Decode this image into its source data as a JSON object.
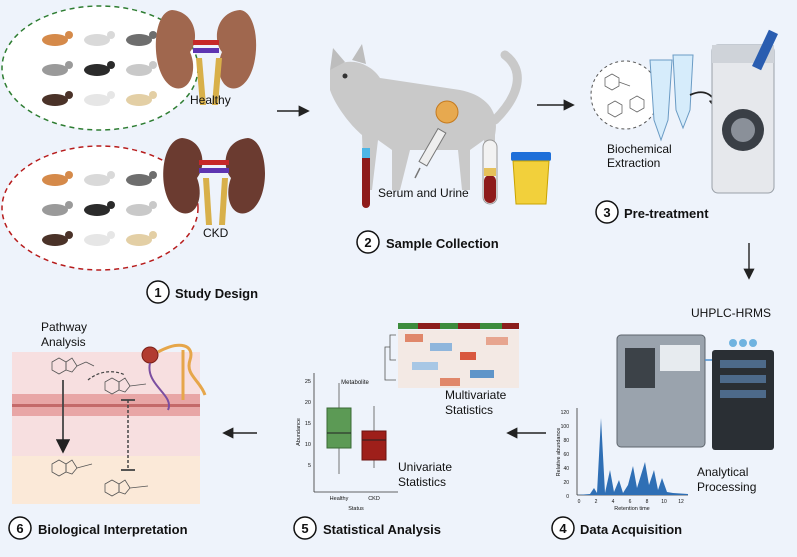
{
  "steps": [
    {
      "num": "1",
      "title": "Study Design"
    },
    {
      "num": "2",
      "title": "Sample Collection"
    },
    {
      "num": "3",
      "title": "Pre-treatment"
    },
    {
      "num": "4",
      "title": "Data Acquisition"
    },
    {
      "num": "5",
      "title": "Statistical Analysis"
    },
    {
      "num": "6",
      "title": "Biological Interpretation"
    }
  ],
  "labels": {
    "healthy": "Healthy",
    "ckd": "CKD",
    "serum_urine": "Serum and Urine",
    "biochem_1": "Biochemical",
    "biochem_2": "Extraction",
    "uhplc": "UHPLC-HRMS",
    "analytical_1": "Analytical",
    "analytical_2": "Processing",
    "multivariate_1": "Multivariate",
    "multivariate_2": "Statistics",
    "univariate_1": "Univariate",
    "univariate_2": "Statistics",
    "pathway_1": "Pathway",
    "pathway_2": "Analysis"
  },
  "chromatogram": {
    "ylabel": "Relative abundance",
    "xlabel": "Retention time",
    "yticks": [
      "0",
      "20",
      "40",
      "60",
      "80",
      "100",
      "120"
    ],
    "xticks": [
      "0",
      "2",
      "4",
      "6",
      "8",
      "10",
      "12"
    ]
  },
  "boxplot": {
    "title": "Metabolite",
    "ylabel": "Abundance",
    "xlabel": "Status",
    "yticks": [
      "5",
      "10",
      "15",
      "20",
      "25"
    ],
    "categories": [
      "Healthy",
      "CKD"
    ],
    "colors": [
      "#5c9a55",
      "#9e1f1a"
    ]
  },
  "colors": {
    "healthy_circle": "#2e7d32",
    "ckd_circle": "#b71c1c",
    "kidney": "#a0674e",
    "ckd_kidney": "#6b3b30",
    "chrom_fill": "#2f6fb5"
  }
}
